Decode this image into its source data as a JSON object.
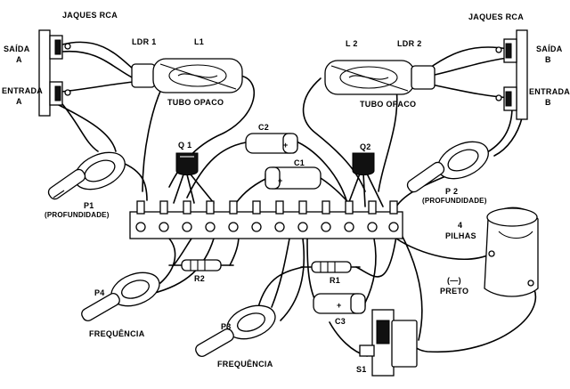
{
  "labels": {
    "jacks_left": "JAQUES RCA",
    "jacks_right": "JAQUES RCA",
    "out_a_1": "SAÍDA",
    "out_a_2": "A",
    "in_a_1": "ENTRADA",
    "in_a_2": "A",
    "out_b_1": "SAÍDA",
    "out_b_2": "B",
    "in_b_1": "ENTRADA",
    "in_b_2": "B",
    "ldr1": "LDR 1",
    "l1": "L1",
    "l2": "L 2",
    "ldr2": "LDR 2",
    "tube_left": "TUBO OPACO",
    "tube_right": "TUBO OPACO",
    "c2": "C2",
    "c1": "C1",
    "c3": "C3",
    "q1": "Q 1",
    "q2": "Q2",
    "p1_name": "P1",
    "p1_desc": "(PROFUNDIDADE)",
    "p2_name": "P 2",
    "p2_desc": "(PROFUNDIDADE)",
    "batt_1": "4",
    "batt_2": "PILHAS",
    "neg_1": "(—)",
    "neg_2": "PRETO",
    "r2": "R2",
    "r1": "R1",
    "p4": "P4",
    "p3": "P3",
    "freq_left": "FREQUÊNCIA",
    "freq_right": "FREQUÊNCIA",
    "s1": "S1",
    "plus": "+"
  },
  "colors": {
    "ink": "#000000",
    "paper": "#ffffff"
  }
}
